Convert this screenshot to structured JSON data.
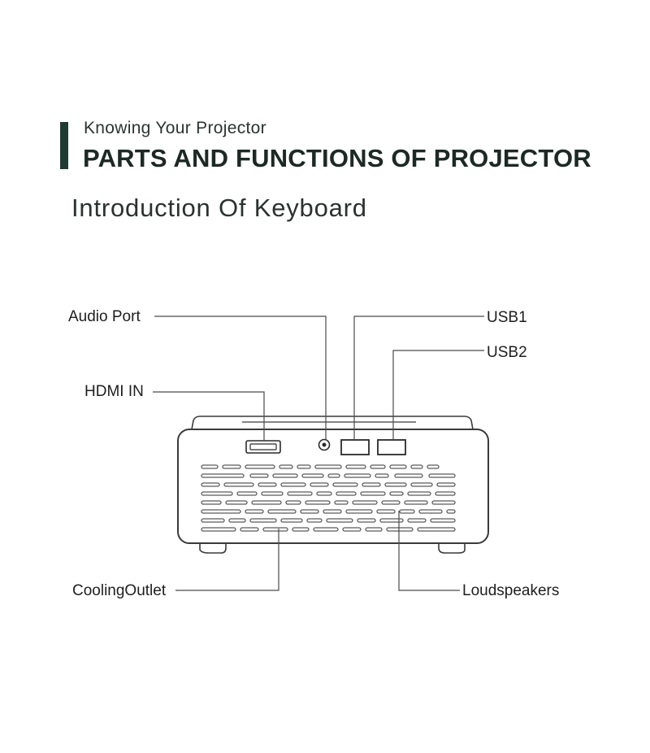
{
  "header": {
    "subtitle": "Knowing Your Projector",
    "title": "PARTS AND FUNCTIONS OF PROJECTOR",
    "accent_color": "#1f3a33"
  },
  "section_title": "Introduction Of Keyboard",
  "callouts": {
    "audio_port": "Audio Port",
    "hdmi_in": "HDMI IN",
    "usb1": "USB1",
    "usb2": "USB2",
    "cooling_outlet": "CoolingOutlet",
    "loudspeakers": "Loudspeakers"
  }
}
